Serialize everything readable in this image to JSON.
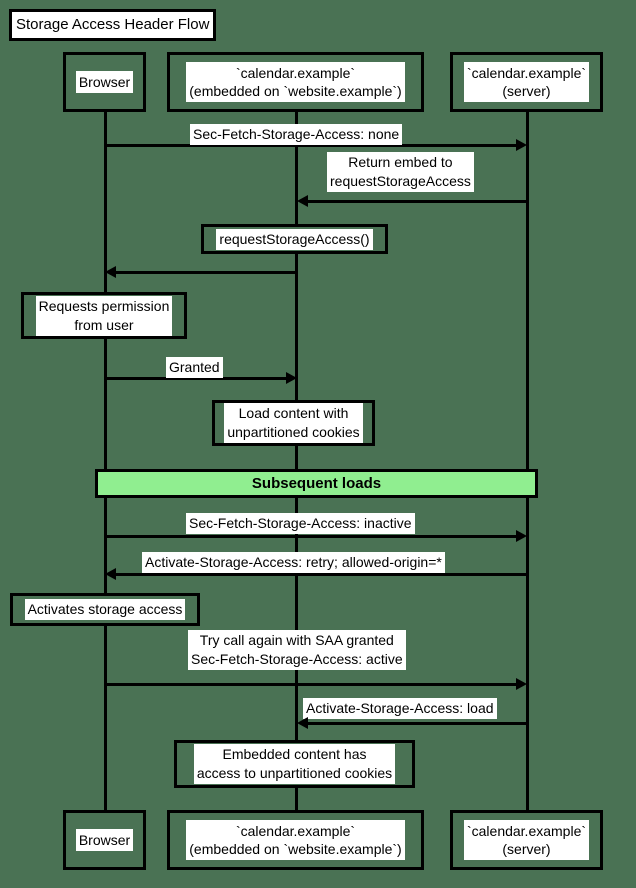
{
  "diagram": {
    "title": "Storage Access Header Flow",
    "background_color": "#4a7254",
    "divider_color": "#90ee90",
    "line_color": "#000000"
  },
  "participants": [
    {
      "id": "browser",
      "label": "Browser"
    },
    {
      "id": "embed",
      "label": "`calendar.example`\n(embedded on `website.example`)"
    },
    {
      "id": "server",
      "label": "`calendar.example`\n(server)"
    }
  ],
  "participants_bottom": [
    {
      "id": "browser",
      "label": "Browser"
    },
    {
      "id": "embed",
      "label": "`calendar.example`\n(embedded on `website.example`)"
    },
    {
      "id": "server",
      "label": "`calendar.example`\n(server)"
    }
  ],
  "messages": [
    {
      "id": "msg-1",
      "from": "browser",
      "to": "server",
      "direction": "right",
      "label": "Sec-Fetch-Storage-Access: none"
    },
    {
      "id": "msg-2",
      "from": "server",
      "to": "embed",
      "direction": "left",
      "label": "Return embed to\nrequestStorageAccess"
    },
    {
      "id": "msg-3",
      "from": "embed",
      "to": "browser",
      "direction": "left",
      "label": ""
    },
    {
      "id": "msg-4",
      "from": "browser",
      "to": "embed",
      "direction": "right",
      "label": "Granted"
    },
    {
      "id": "msg-5",
      "from": "browser",
      "to": "server",
      "direction": "right",
      "label": "Sec-Fetch-Storage-Access: inactive"
    },
    {
      "id": "msg-6",
      "from": "server",
      "to": "browser",
      "direction": "left",
      "label": "Activate-Storage-Access: retry; allowed-origin=*"
    },
    {
      "id": "msg-7",
      "from": "browser",
      "to": "server",
      "direction": "right",
      "label": "Try call again with SAA granted\nSec-Fetch-Storage-Access: active"
    },
    {
      "id": "msg-8",
      "from": "server",
      "to": "embed",
      "direction": "left",
      "label": "Activate-Storage-Access: load"
    }
  ],
  "notes": [
    {
      "id": "note-request-storage-access",
      "text": "requestStorageAccess()"
    },
    {
      "id": "note-requests-permission",
      "text": "Requests permission\nfrom user"
    },
    {
      "id": "note-load-content",
      "text": "Load content with\nunpartitioned cookies"
    },
    {
      "id": "note-activates-storage-access",
      "text": "Activates storage access"
    },
    {
      "id": "note-embedded-content",
      "text": "Embedded content has\naccess to unpartitioned cookies"
    }
  ],
  "dividers": [
    {
      "id": "divider-subsequent-loads",
      "text": "Subsequent loads"
    }
  ]
}
